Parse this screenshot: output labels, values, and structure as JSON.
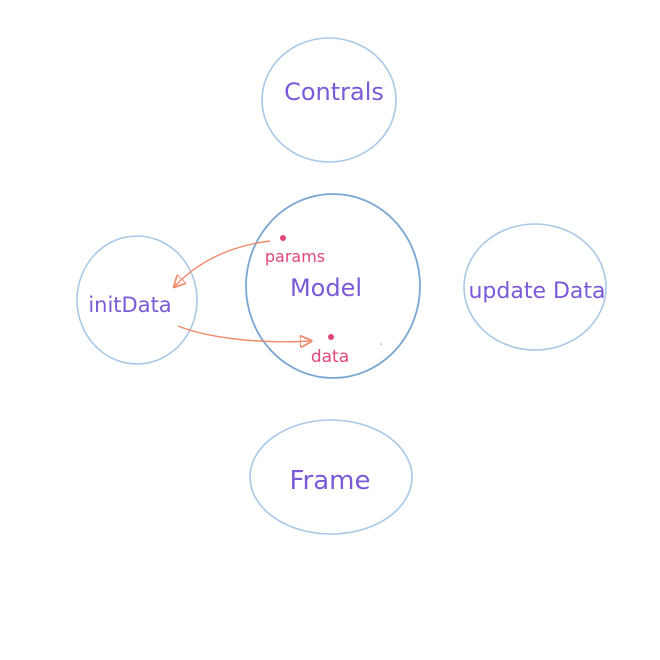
{
  "colors": {
    "circle_stroke": "#a9c8e6",
    "model_stroke": "#7aa6d2",
    "label": "#7a5ad6",
    "port_label": "#e0457c",
    "port_dot": "#e0457c",
    "arrow": "#f08a6c"
  },
  "nodes": {
    "controls": {
      "label": "Contrals"
    },
    "model": {
      "label": "Model"
    },
    "init_data": {
      "label": "initData"
    },
    "update_data": {
      "label": "update Data"
    },
    "frame": {
      "label": "Frame"
    }
  },
  "ports": {
    "params": {
      "label": "params"
    },
    "data": {
      "label": "data"
    }
  },
  "edges": [
    {
      "from": "params",
      "to": "initData"
    },
    {
      "from": "initData",
      "to": "data"
    }
  ]
}
